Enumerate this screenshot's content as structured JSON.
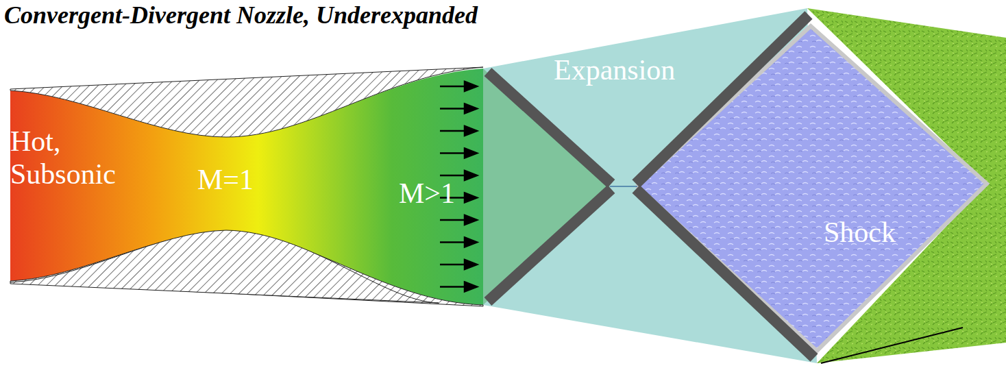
{
  "diagram": {
    "title": "Convergent-Divergent Nozzle, Underexpanded",
    "labels": [
      "Hot, Subsonic",
      "M=1",
      "M>1",
      "Expansion",
      "Shock"
    ]
  }
}
